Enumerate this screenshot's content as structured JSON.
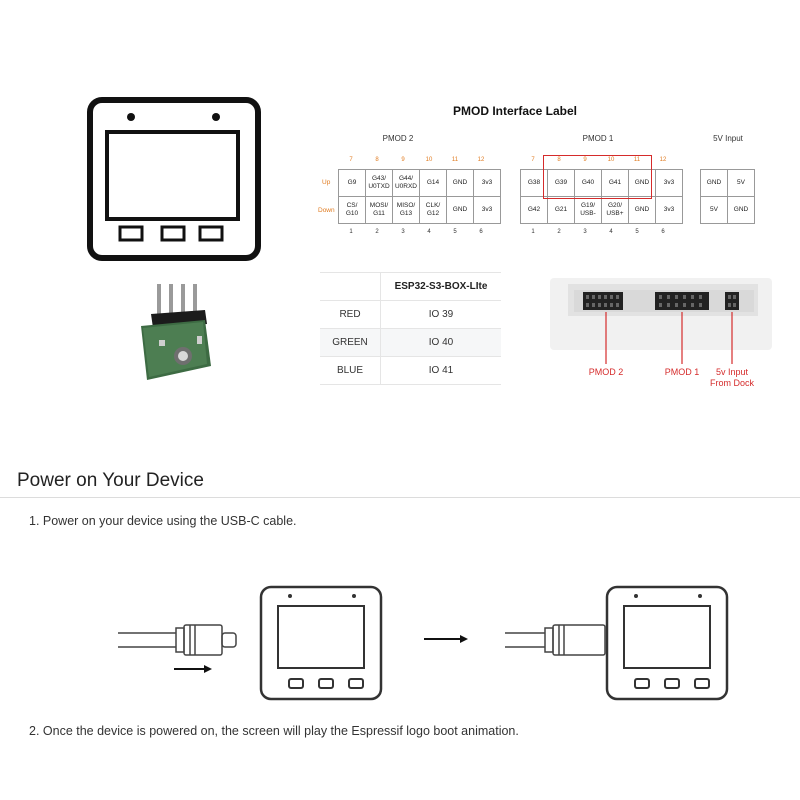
{
  "pinout": {
    "title": "PMOD Interface Label",
    "pmod2_label": "PMOD 2",
    "pmod1_label": "PMOD 1",
    "input_label": "5V Input",
    "row_up": "Up",
    "row_down": "Down",
    "pmod2_top_numbers": [
      "7",
      "8",
      "9",
      "10",
      "11",
      "12"
    ],
    "pmod2_bottom_numbers": [
      "1",
      "2",
      "3",
      "4",
      "5",
      "6"
    ],
    "pmod2_up": [
      [
        "G9"
      ],
      [
        "G43/",
        "U0TXD"
      ],
      [
        "G44/",
        "U0RXD"
      ],
      [
        "G14"
      ],
      [
        "GND"
      ],
      [
        "3v3"
      ]
    ],
    "pmod2_down": [
      [
        "CS/",
        "G10"
      ],
      [
        "MOSI/",
        "G11"
      ],
      [
        "MISO/",
        "G13"
      ],
      [
        "CLK/",
        "G12"
      ],
      [
        "GND"
      ],
      [
        "3v3"
      ]
    ],
    "pmod1_top_numbers": [
      "7",
      "8",
      "9",
      "10",
      "11",
      "12"
    ],
    "pmod1_bottom_numbers": [
      "1",
      "2",
      "3",
      "4",
      "5",
      "6"
    ],
    "pmod1_up": [
      [
        "G38"
      ],
      [
        "G39"
      ],
      [
        "G40"
      ],
      [
        "G41"
      ],
      [
        "GND"
      ],
      [
        "3v3"
      ]
    ],
    "pmod1_down": [
      [
        "G42"
      ],
      [
        "G21"
      ],
      [
        "G19/",
        "USB-"
      ],
      [
        "G20/",
        "USB+"
      ],
      [
        "GND"
      ],
      [
        "3v3"
      ]
    ],
    "input_up": [
      "GND",
      "5V"
    ],
    "input_down": [
      "5V",
      "GND"
    ]
  },
  "led_table": {
    "header": "ESP32-S3-BOX-LIte",
    "rows": [
      {
        "color": "RED",
        "io": "IO 39"
      },
      {
        "color": "GREEN",
        "io": "IO 40"
      },
      {
        "color": "BLUE",
        "io": "IO 41"
      }
    ]
  },
  "connectors": {
    "pmod2": "PMOD 2",
    "pmod1": "PMOD 1",
    "input_line1": "5v Input",
    "input_line2": "From Dock"
  },
  "section": {
    "title": "Power on Your Device",
    "step1": "1. Power on your device using the USB-C cable.",
    "step2": "2. Once the device is powered on, the screen will play the Espressif logo boot animation."
  },
  "colors": {
    "accent_red": "#d52b2b",
    "pin_number_orange": "#e07b20"
  }
}
